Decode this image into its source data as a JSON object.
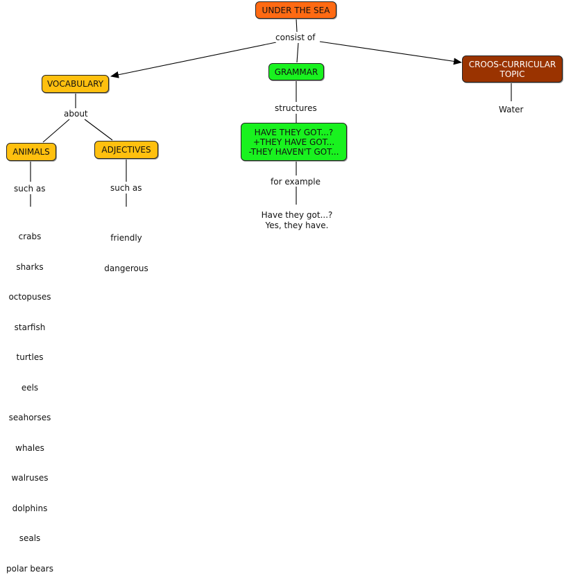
{
  "colors": {
    "root_fill": "#ff6a13",
    "vocab_fill": "#ffc00f",
    "grammar_fill": "#19f21f",
    "topic_fill": "#9a3300",
    "topic_text": "#ffffff",
    "line": "#000000"
  },
  "nodes": {
    "root": "UNDER THE SEA",
    "vocabulary": "VOCABULARY",
    "grammar": "GRAMMAR",
    "topic": "CROOS-CURRICULAR\nTOPIC",
    "animals": "ANIMALS",
    "adjectives": "ADJECTIVES",
    "structures_box": "HAVE THEY GOT...?\n+THEY HAVE GOT...\n-THEY HAVEN'T GOT..."
  },
  "links": {
    "consist_of": "consist of",
    "about": "about",
    "structures": "structures",
    "such_as_animals": "such as",
    "such_as_adjectives": "such as",
    "for_example": "for example"
  },
  "leaves": {
    "water": "Water",
    "animals_list": [
      "crabs",
      "sharks",
      "octopuses",
      "starfish",
      "turtles",
      "eels",
      "seahorses",
      "whales",
      "walruses",
      "dolphins",
      "seals",
      "polar bears"
    ],
    "adjectives_list": [
      "friendly",
      "dangerous"
    ],
    "example": "Have they got...?\nYes, they have."
  }
}
